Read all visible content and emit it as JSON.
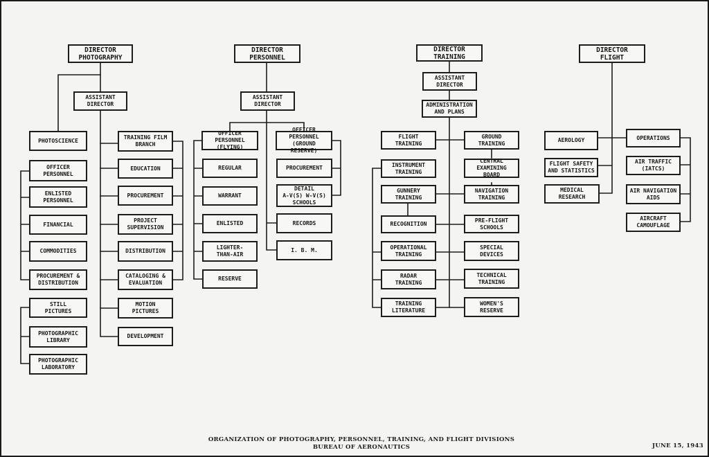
{
  "chart": {
    "footer_title": "ORGANIZATION OF PHOTOGRAPHY, PERSONNEL, TRAINING, AND FLIGHT DIVISIONS",
    "footer_subtitle": "BUREAU OF AERONAUTICS",
    "date": "JUNE 15, 1943"
  },
  "photography": {
    "director": "DIRECTOR\nPHOTOGRAPHY",
    "assistant": "ASSISTANT\nDIRECTOR",
    "photoscience": "PHOTOSCIENCE",
    "officer_personnel": "OFFICER\nPERSONNEL",
    "enlisted_personnel": "ENLISTED\nPERSONNEL",
    "financial": "FINANCIAL",
    "commodities": "COMMODITIES",
    "procurement_distribution": "PROCUREMENT &\nDISTRIBUTION",
    "still_pictures": "STILL\nPICTURES",
    "photographic_library": "PHOTOGRAPHIC\nLIBRARY",
    "photographic_laboratory": "PHOTOGRAPHIC\nLABORATORY",
    "training_film_branch": "TRAINING FILM\nBRANCH",
    "education": "EDUCATION",
    "procurement": "PROCUREMENT",
    "project_supervision": "PROJECT\nSUPERVISION",
    "distribution": "DISTRIBUTION",
    "cataloging_evaluation": "CATALOGING &\nEVALUATION",
    "motion_pictures": "MOTION\nPICTURES",
    "development": "DEVELOPMENT"
  },
  "personnel": {
    "director": "DIRECTOR\nPERSONNEL",
    "assistant": "ASSISTANT\nDIRECTOR",
    "officer_flying": "OFFICER PERSONNEL\n(FLYING)",
    "regular": "REGULAR",
    "warrant": "WARRANT",
    "enlisted": "ENLISTED",
    "lighter_than_air": "LIGHTER-\nTHAN-AIR",
    "reserve": "RESERVE",
    "officer_ground": "OFFICER PERSONNEL\n(GROUND RESERVE)",
    "procurement": "PROCUREMENT",
    "detail_schools": "DETAIL\nA-V(S)  W-V(S)\nSCHOOLS",
    "records": "RECORDS",
    "ibm": "I. B. M."
  },
  "training": {
    "director": "DIRECTOR\nTRAINING",
    "assistant": "ASSISTANT\nDIRECTOR",
    "administration": "ADMINISTRATION\nAND PLANS",
    "flight_training": "FLIGHT\nTRAINING",
    "instrument_training": "INSTRUMENT\nTRAINING",
    "gunnery_training": "GUNNERY\nTRAINING",
    "recognition": "RECOGNITION",
    "operational_training": "OPERATIONAL\nTRAINING",
    "radar_training": "RADAR\nTRAINING",
    "training_literature": "TRAINING\nLITERATURE",
    "ground_training": "GROUND\nTRAINING",
    "central_examining_board": "CENTRAL EXAMINING\nBOARD",
    "navigation_training": "NAVIGATION\nTRAINING",
    "pre_flight_schools": "PRE-FLIGHT\nSCHOOLS",
    "special_devices": "SPECIAL\nDEVICES",
    "technical_training": "TECHNICAL\nTRAINING",
    "womens_reserve": "WOMEN'S\nRESERVE"
  },
  "flight": {
    "director": "DIRECTOR\nFLIGHT",
    "aerology": "AEROLOGY",
    "flight_safety": "FLIGHT SAFETY\nAND STATISTICS",
    "medical_research": "MEDICAL RESEARCH",
    "operations": "OPERATIONS",
    "air_traffic": "AIR TRAFFIC\n(IATCS)",
    "air_navigation_aids": "AIR NAVIGATION\nAIDS",
    "aircraft_camouflage": "AIRCRAFT\nCAMOUFLAGE"
  }
}
